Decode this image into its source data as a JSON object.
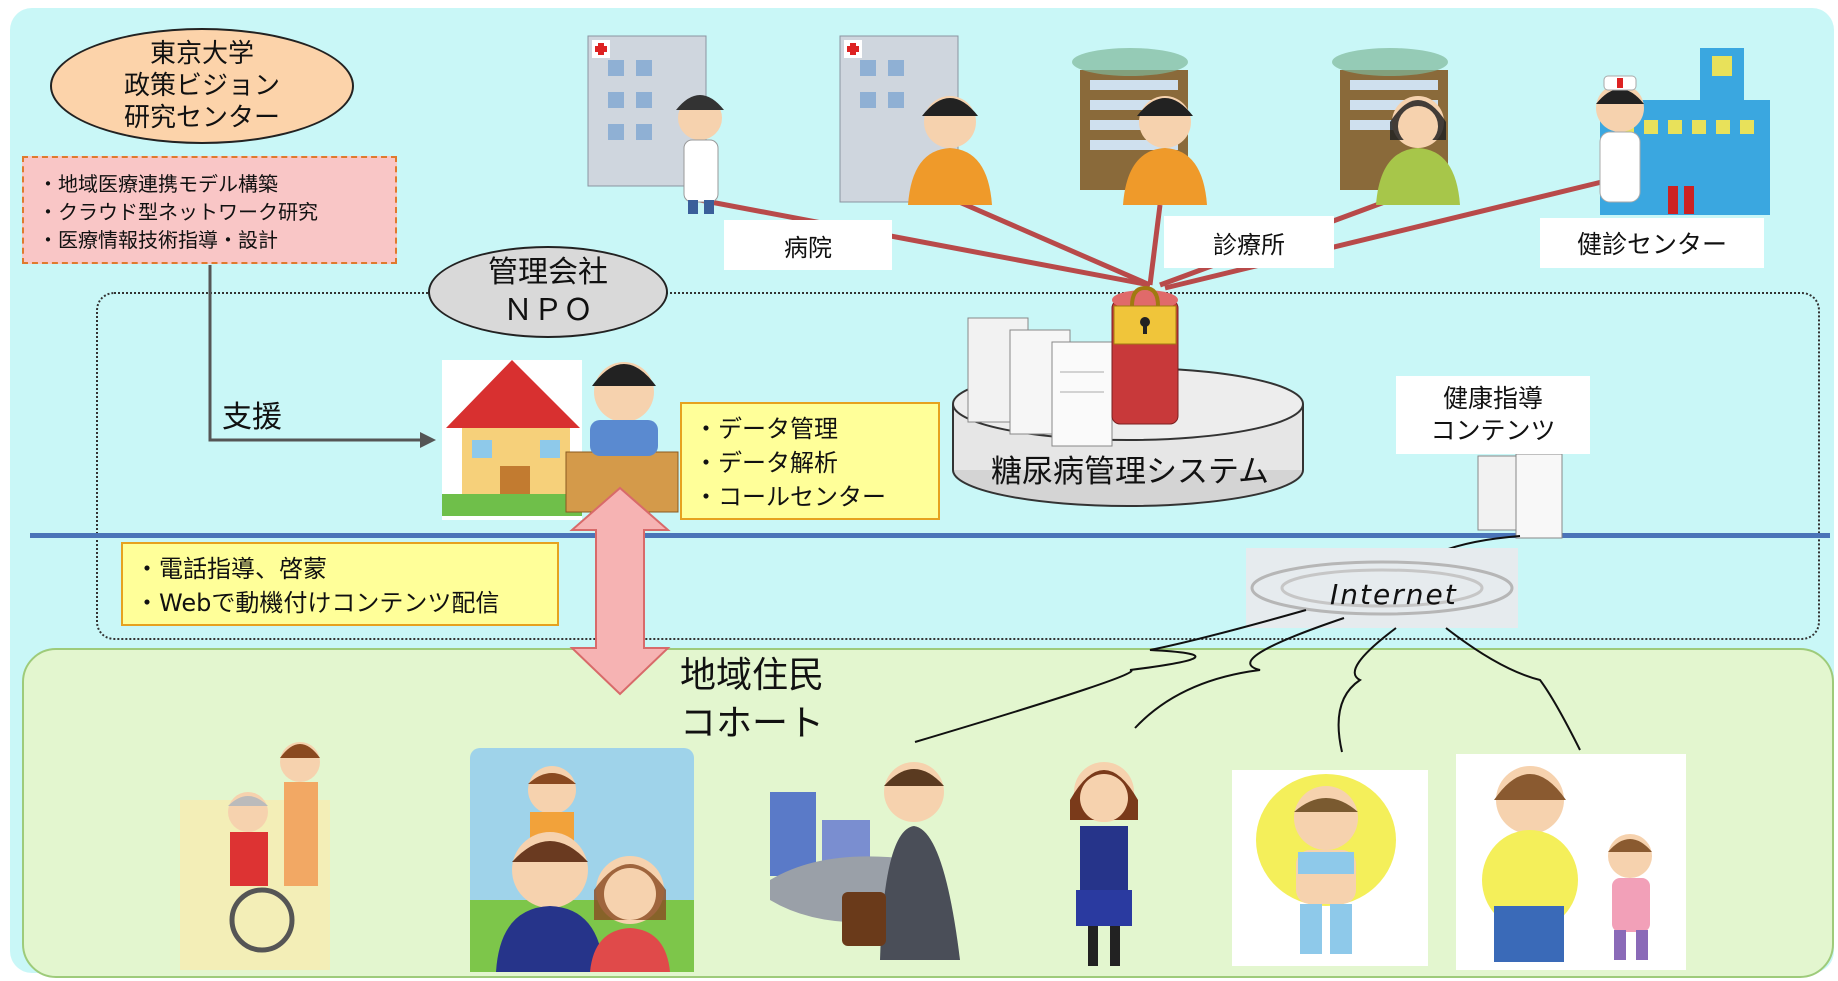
{
  "organizations": {
    "university": [
      "東京大学",
      "政策ビジョン",
      "研究センター"
    ],
    "university_roles": [
      "・地域医療連携モデル構築",
      "・クラウド型ネットワーク研究",
      "・医療情報技術指導・設計"
    ],
    "management": [
      "管理会社",
      "ＮＰＯ"
    ]
  },
  "support_label": "支援",
  "npo_services": [
    "・データ管理",
    "・データ解析",
    "・コールセンター"
  ],
  "resident_services": [
    "・電話指導、啓蒙",
    "・Webで動機付けコンテンツ配信"
  ],
  "facilities": {
    "hospital": "病院",
    "clinic": "診療所",
    "health_center": "健診センター"
  },
  "system_label": "糖尿病管理システム",
  "health_content": [
    "健康指導",
    "コンテンツ"
  ],
  "internet_label": "Internet",
  "cohort": [
    "地域住民",
    "コホート"
  ],
  "colors": {
    "upper_area": "#c9f7f7",
    "lower_area": "#e3f6cf",
    "divider": "#4a74b8",
    "connection_lines": "#b84a4a",
    "ellipse_univ": "#fcd3aa",
    "role_box": "#f9c6c6",
    "service_box": "#ffff99",
    "arrow": "#f6b3b3"
  },
  "icons": [
    "hospital-building-icon",
    "doctor-icon",
    "clinic-building-icon",
    "person-icon",
    "nurse-icon",
    "health-center-building-icon",
    "server-icon",
    "lock-database-icon",
    "call-center-house-icon",
    "operator-icon",
    "wheelchair-elder-icon",
    "family-icon",
    "businessman-icon",
    "student-icon",
    "child-icon",
    "parent-child-icon"
  ]
}
